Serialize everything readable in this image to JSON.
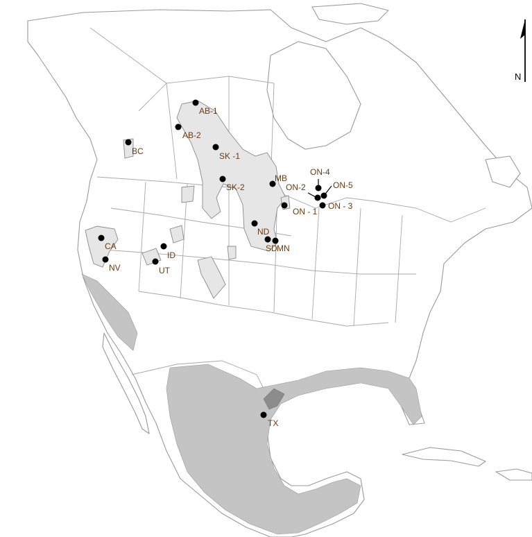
{
  "north_arrow": {
    "label": "N"
  },
  "sites": [
    {
      "id": "ab1",
      "label": "AB-1"
    },
    {
      "id": "ab2",
      "label": "AB-2"
    },
    {
      "id": "bc",
      "label": "BC"
    },
    {
      "id": "sk1",
      "label": "SK -1"
    },
    {
      "id": "sk2",
      "label": "SK-2"
    },
    {
      "id": "mb",
      "label": "MB"
    },
    {
      "id": "on1",
      "label": "ON - 1"
    },
    {
      "id": "on2",
      "label": "ON-2"
    },
    {
      "id": "on3",
      "label": "ON - 3"
    },
    {
      "id": "on4",
      "label": "ON-4"
    },
    {
      "id": "on5",
      "label": "ON-5"
    },
    {
      "id": "nd",
      "label": "ND"
    },
    {
      "id": "sd",
      "label": "SD"
    },
    {
      "id": "mn",
      "label": "MN"
    },
    {
      "id": "ca",
      "label": "CA"
    },
    {
      "id": "nv",
      "label": "NV"
    },
    {
      "id": "id",
      "label": "ID"
    },
    {
      "id": "ut",
      "label": "UT"
    },
    {
      "id": "tx",
      "label": "TX"
    }
  ],
  "colors": {
    "breeding_range": "#e6e6e6",
    "nonbreeding_range": "#c4c4c4",
    "overlap_range": "#8c8c8c",
    "label": "#6b3a12"
  }
}
